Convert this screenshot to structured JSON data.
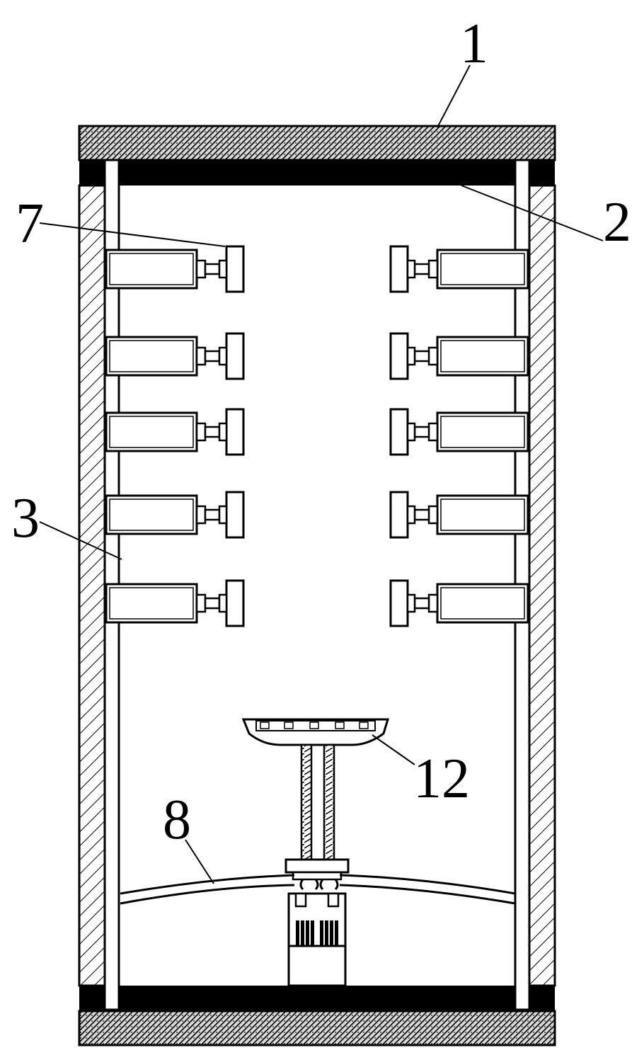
{
  "callouts": {
    "c1": "1",
    "c2": "2",
    "c3": "3",
    "c7": "7",
    "c8": "8",
    "c12": "12"
  },
  "cylinder_rows": 5,
  "colors": {
    "ink": "#000000",
    "paper": "#ffffff"
  }
}
